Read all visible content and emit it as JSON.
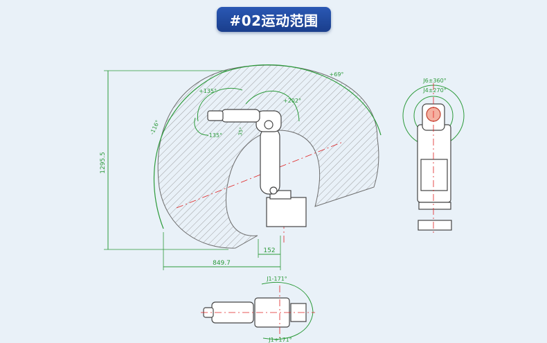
{
  "header": {
    "title": "#02运动范围"
  },
  "side_view": {
    "range_label_j2": "+69°",
    "range_label_j3a": "-116°",
    "range_label_j5a": "+135°",
    "range_label_j5b": "-135°",
    "range_label_j3b": "+202°",
    "range_label_j4": "35°",
    "height_dim": "1295.5",
    "offset_dim": "152",
    "reach_dim": "849.7"
  },
  "end_view": {
    "j6_label": "J6±360°",
    "j4_label": "J4±270°"
  },
  "top_view": {
    "j1_label_top": "J1-171°",
    "j1_label_bottom": "J1+171°"
  },
  "colors": {
    "background": "#e9f1f8",
    "badge": "#1f4a9e",
    "dimension": "#2c9a3a",
    "centerline": "#e02020",
    "robot_outline": "#444444",
    "hatch": "#8a8a8a"
  }
}
